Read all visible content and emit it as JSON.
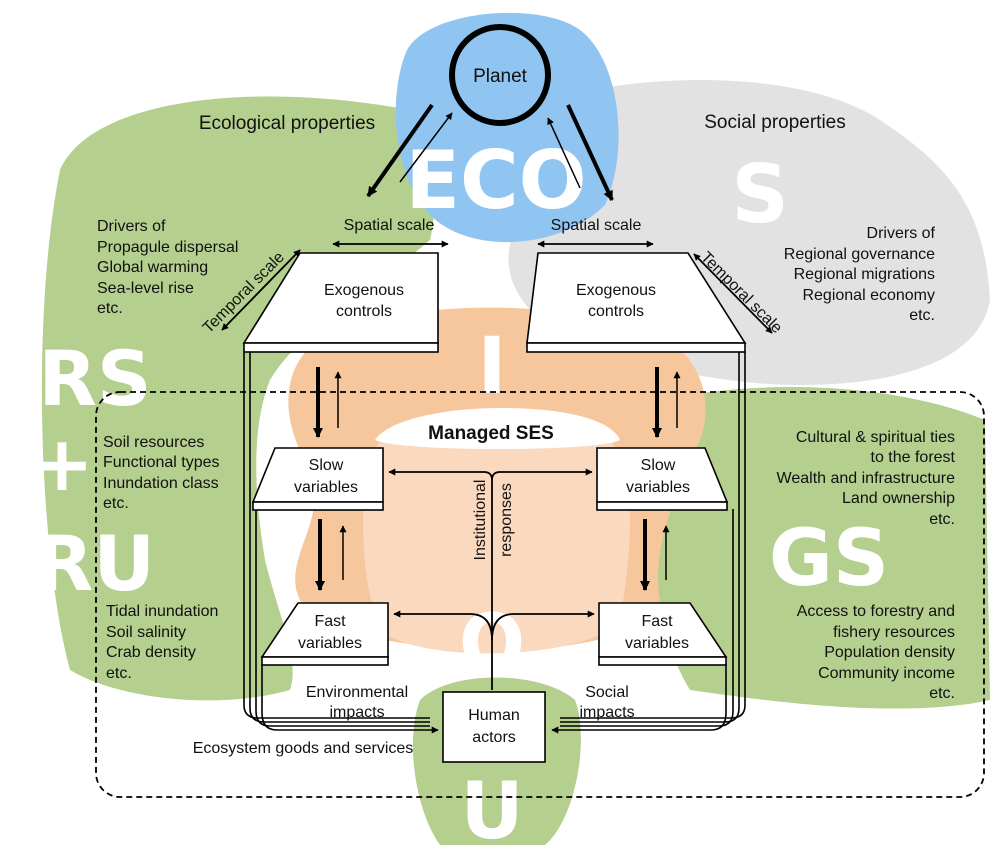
{
  "diagram": {
    "planet": "Planet",
    "eco": "ECO",
    "s": "S",
    "rs": "RS",
    "plus": "+",
    "ru": "RU",
    "gs": "GS",
    "i": "I",
    "o": "O",
    "u": "U",
    "ecological_properties": "Ecological properties",
    "social_properties": "Social properties",
    "left_drivers": [
      "Drivers of",
      "Propagule dispersal",
      "Global warming",
      "Sea-level rise",
      "etc."
    ],
    "right_drivers": [
      "Drivers of",
      "Regional governance",
      "Regional migrations",
      "Regional economy",
      "etc."
    ],
    "spatial_scale_left": "Spatial scale",
    "spatial_scale_right": "Spatial scale",
    "temporal_scale_left": "Temporal scale",
    "temporal_scale_right": "Temporal scale",
    "exo_left": [
      "Exogenous",
      "controls"
    ],
    "exo_right": [
      "Exogenous",
      "controls"
    ],
    "managed_ses": "Managed SES",
    "slow_left": [
      "Slow",
      "variables"
    ],
    "slow_right": [
      "Slow",
      "variables"
    ],
    "fast_left": [
      "Fast",
      "variables"
    ],
    "fast_right": [
      "Fast",
      "variables"
    ],
    "institutional": [
      "Institutional",
      "responses"
    ],
    "left_slow_examples": [
      "Soil resources",
      "Functional types",
      "Inundation class",
      "etc."
    ],
    "left_fast_examples": [
      "Tidal inundation",
      "Soil salinity",
      "Crab density",
      "etc."
    ],
    "right_slow_examples": [
      "Cultural & spiritual ties",
      "to the forest",
      "Wealth and infrastructure",
      "Land ownership",
      "etc."
    ],
    "right_fast_examples": [
      "Access to forestry and",
      "fishery resources",
      "Population density",
      "Community income",
      "etc."
    ],
    "environmental_impacts": [
      "Environmental",
      "impacts"
    ],
    "social_impacts": [
      "Social",
      "impacts"
    ],
    "human_actors": [
      "Human",
      "actors"
    ],
    "ecosystem_goods": "Ecosystem goods and services"
  },
  "colors": {
    "green": "#b4cf8e",
    "blue": "#8fc5f0",
    "grey": "#e2e2e2",
    "orange_dark": "#f6c79d",
    "orange_light": "#fbd9bf"
  }
}
